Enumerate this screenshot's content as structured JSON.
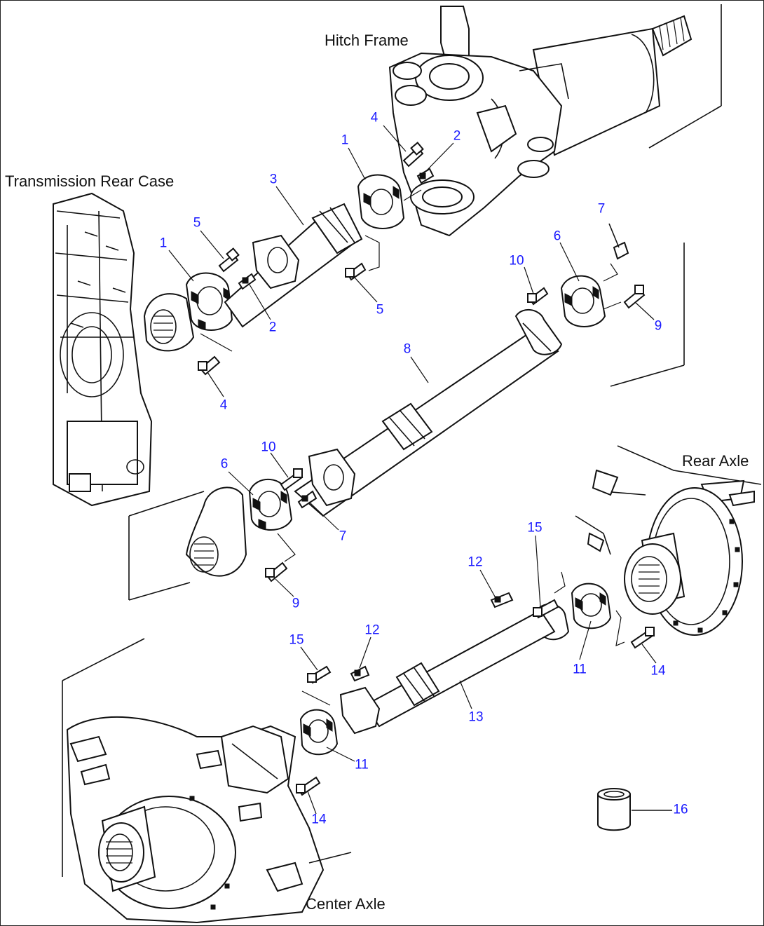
{
  "labels": {
    "hitch_frame": "Hitch Frame",
    "transmission_rear_case": "Transmission Rear Case",
    "rear_axle": "Rear Axle",
    "center_axle": "Center Axle"
  },
  "callouts": {
    "c1a": "1",
    "c1b": "1",
    "c2a": "2",
    "c2b": "2",
    "c3": "3",
    "c4a": "4",
    "c4b": "4",
    "c5a": "5",
    "c5b": "5",
    "c6a": "6",
    "c6b": "6",
    "c7a": "7",
    "c7b": "7",
    "c8": "8",
    "c9a": "9",
    "c9b": "9",
    "c10a": "10",
    "c10b": "10",
    "c11a": "11",
    "c11b": "11",
    "c12a": "12",
    "c12b": "12",
    "c13": "13",
    "c14a": "14",
    "c14b": "14",
    "c15a": "15",
    "c15b": "15",
    "c16": "16"
  },
  "colors": {
    "callout": "#1a1aff",
    "ink": "#111111",
    "paper": "#ffffff"
  }
}
